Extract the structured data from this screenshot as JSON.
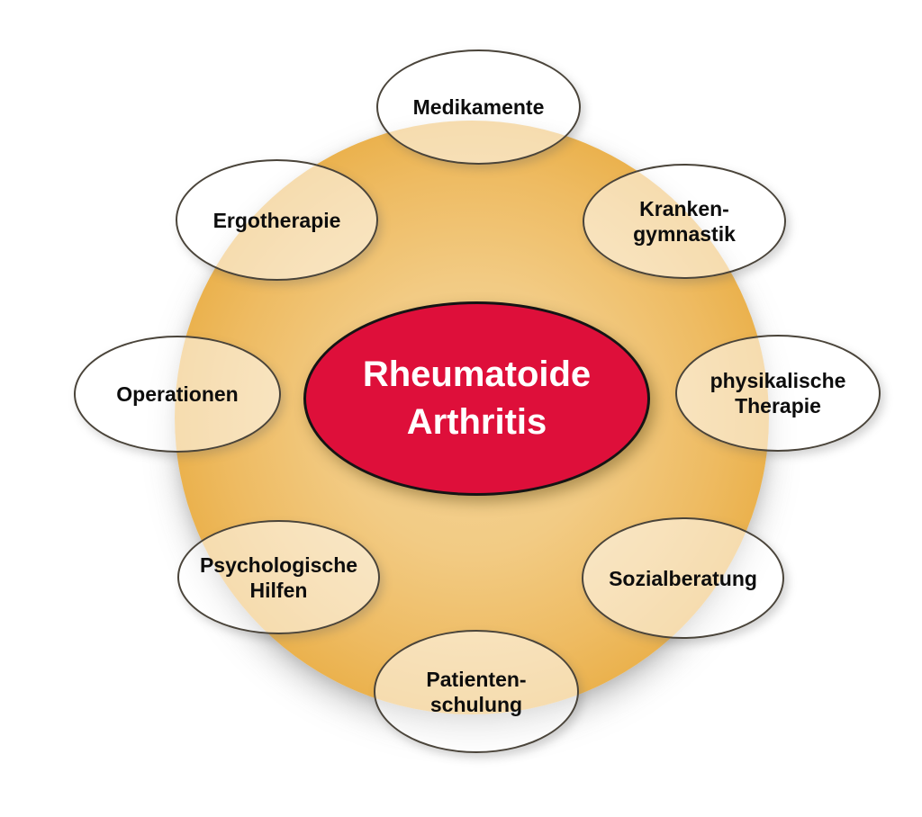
{
  "diagram": {
    "center": {
      "lines": [
        "Rheumatoide",
        "Arthritis"
      ]
    },
    "nodes": [
      {
        "id": "medikamente",
        "lines": [
          "Medikamente"
        ]
      },
      {
        "id": "krankengymnastik",
        "lines": [
          "Kranken-",
          "gymnastik"
        ]
      },
      {
        "id": "physikalische-therapie",
        "lines": [
          "physikalische",
          "Therapie"
        ]
      },
      {
        "id": "sozialberatung",
        "lines": [
          "Sozialberatung"
        ]
      },
      {
        "id": "patientenschulung",
        "lines": [
          "Patienten-",
          "schulung"
        ]
      },
      {
        "id": "psychologische-hilfen",
        "lines": [
          "Psychologische",
          "Hilfen"
        ]
      },
      {
        "id": "operationen",
        "lines": [
          "Operationen"
        ]
      },
      {
        "id": "ergotherapie",
        "lines": [
          "Ergotherapie"
        ]
      }
    ]
  },
  "theme": {
    "center-fill": "#de0f3a",
    "center-border": "#141414",
    "center-text": "#ffffff",
    "circle-inner": "#f5d394",
    "circle-outer": "#e4a02b",
    "node-border": "#4a443a",
    "label-color": "#0d0d0d"
  }
}
